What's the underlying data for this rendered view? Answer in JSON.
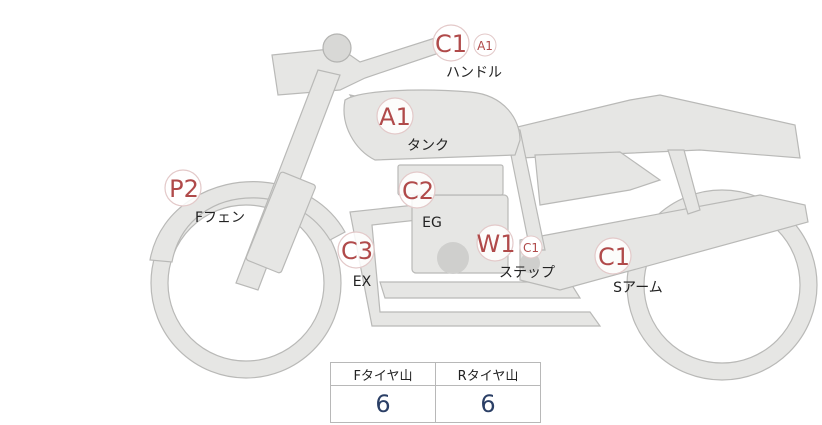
{
  "annotations": {
    "handle": {
      "grade": "C1",
      "sub": "A1",
      "label": "ハンドル"
    },
    "tank": {
      "grade": "A1",
      "label": "タンク"
    },
    "front_fender": {
      "grade": "P2",
      "label": "Fフェン"
    },
    "engine": {
      "grade": "C2",
      "label": "EG"
    },
    "exhaust": {
      "grade": "C3",
      "label": "EX"
    },
    "step": {
      "grade": "W1",
      "sub": "C1",
      "label": "ステップ"
    },
    "swingarm": {
      "grade": "C1",
      "label": "Sアーム"
    }
  },
  "tread_table": {
    "headers": [
      "Fタイヤ山",
      "Rタイヤ山"
    ],
    "values": [
      "6",
      "6"
    ]
  }
}
